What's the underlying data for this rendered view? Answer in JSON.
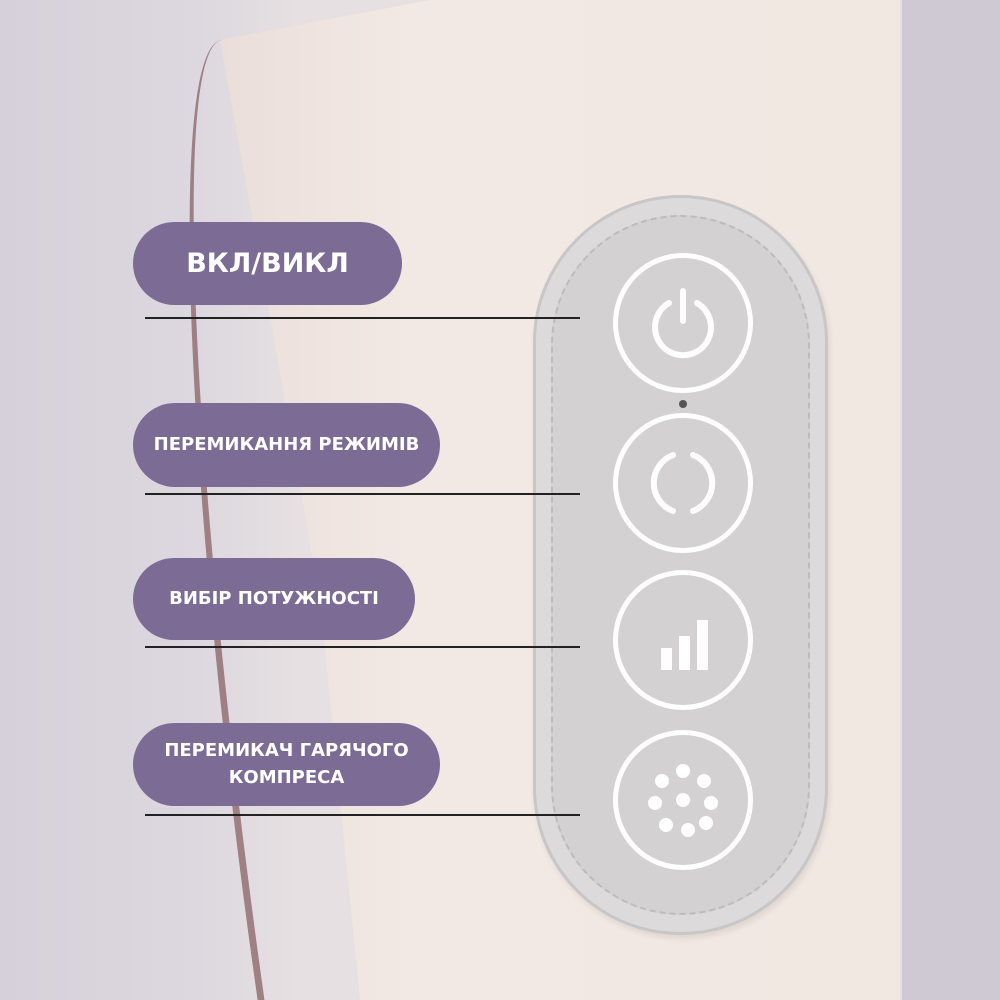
{
  "labels": [
    {
      "text": "ВКЛ/ВИКЛ",
      "icon": "power-icon"
    },
    {
      "text": "ПЕРЕМИКАННЯ РЕЖИМІВ",
      "icon": "mode-cycle-icon"
    },
    {
      "text": "ВИБІР ПОТУЖНОСТІ",
      "icon": "power-level-bars-icon"
    },
    {
      "text": "ПЕРЕМИКАЧ ГАРЯЧОГО КОМПРЕСА",
      "icon": "heat-dots-icon"
    }
  ],
  "colors": {
    "label_bg": "#7b6b95",
    "panel": "#d3d1d2",
    "button_ring": "#ffffff"
  }
}
